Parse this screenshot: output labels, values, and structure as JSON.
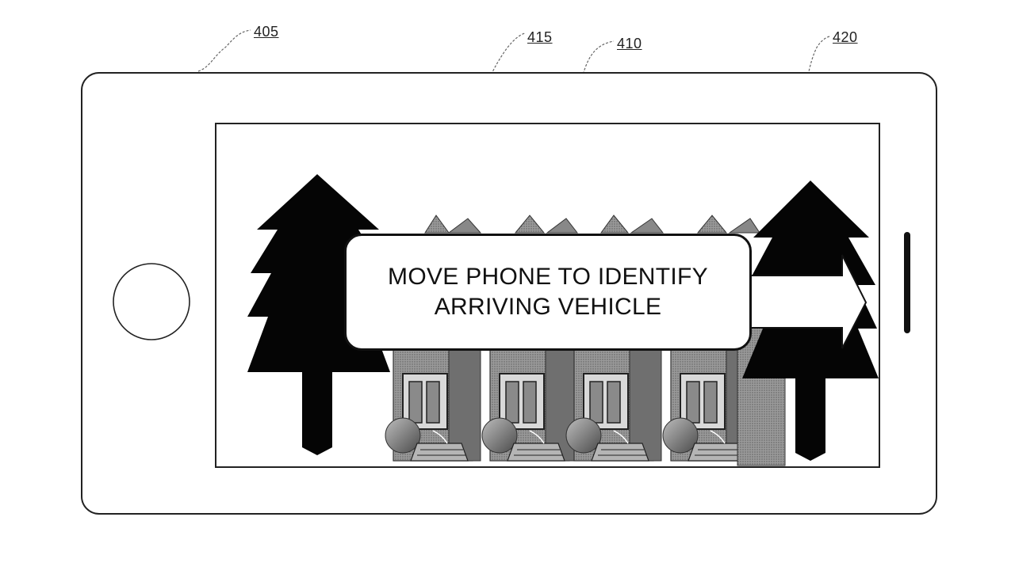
{
  "refs": {
    "device": "405",
    "screen": "410",
    "message": "415",
    "arrow": "420"
  },
  "message": {
    "line1": "MOVE PHONE TO IDENTIFY",
    "line2": "ARRIVING VEHICLE"
  },
  "icons": [
    "home-button-icon",
    "side-button-icon",
    "tree-icon",
    "house-icon",
    "direction-arrow-icon"
  ],
  "colors": {
    "outline": "#111111",
    "house_fill": "#8c8c8c",
    "background": "#ffffff"
  }
}
